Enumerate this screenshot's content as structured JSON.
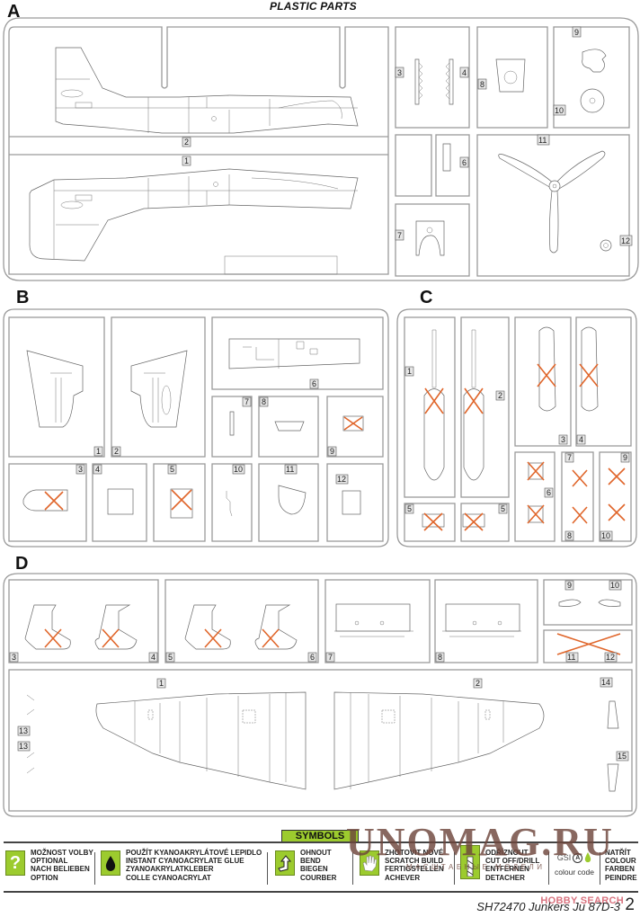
{
  "header": {
    "title": "PLASTIC PARTS"
  },
  "sections": {
    "A": {
      "letter": "A",
      "parts": [
        "1",
        "2",
        "3",
        "4",
        "6",
        "7",
        "8",
        "9",
        "10",
        "11",
        "12"
      ]
    },
    "B": {
      "letter": "B",
      "parts": [
        "1",
        "2",
        "3",
        "4",
        "5",
        "6",
        "7",
        "8",
        "9",
        "10",
        "11",
        "12"
      ]
    },
    "C": {
      "letter": "C",
      "parts": [
        "1",
        "2",
        "3",
        "4",
        "5",
        "5",
        "6",
        "7",
        "8",
        "9",
        "10"
      ]
    },
    "D": {
      "letter": "D",
      "parts": [
        "1",
        "2",
        "3",
        "4",
        "5",
        "6",
        "7",
        "8",
        "9",
        "10",
        "11",
        "12",
        "13",
        "13",
        "14",
        "15"
      ]
    }
  },
  "unused_marker_color": "#e0662b",
  "symbols": {
    "title": "SYMBOLS",
    "accent_color": "#9ccb2e",
    "items": [
      {
        "icon": "question-icon",
        "lines": [
          "MOŽNOST VOLBY",
          "OPTIONAL",
          "NACH BELIEBEN",
          "OPTION"
        ]
      },
      {
        "icon": "glue-drop-icon",
        "lines": [
          "POUŽÍT KYANOAKRYLÁTOVÉ LEPIDLO",
          "INSTANT CYANOACRYLATE GLUE",
          "ZYANOAKRYLATKLEBER",
          "COLLE CYANOACRYLAT"
        ]
      },
      {
        "icon": "bend-arrow-icon",
        "lines": [
          "OHNOUT",
          "BEND",
          "BIEGEN",
          "COURBER"
        ]
      },
      {
        "icon": "hand-icon",
        "lines": [
          "ZHOTOVIT NOVÉ",
          "SCRATCH BUILD",
          "FERTIGSTELLEN",
          "ACHEVER"
        ]
      },
      {
        "icon": "drill-icon",
        "lines": [
          "ODŘÍZNOUT",
          "CUT OFF/DRILL",
          "ENTFERNEN",
          "DETACHER"
        ]
      },
      {
        "icon": "colour-drop-icon",
        "lines": [
          "GSI",
          "colour code"
        ]
      },
      {
        "icon": "paint-icon",
        "lines": [
          "NATŘÍT",
          "COLOUR",
          "FARBEN",
          "PEINDRE"
        ]
      }
    ]
  },
  "colour_code": {
    "badge": "A",
    "label": "colour code",
    "prefix": "GSI"
  },
  "footer": {
    "title": "SH72470 Junkers Ju 87D-3",
    "page": "2"
  },
  "watermark": {
    "main": "UNOMAG.RU",
    "sub": "МАСШТАБНЫЕ МОДЕЛИ"
  },
  "overlay_logo": {
    "text": "HOBBY SEARCH"
  }
}
